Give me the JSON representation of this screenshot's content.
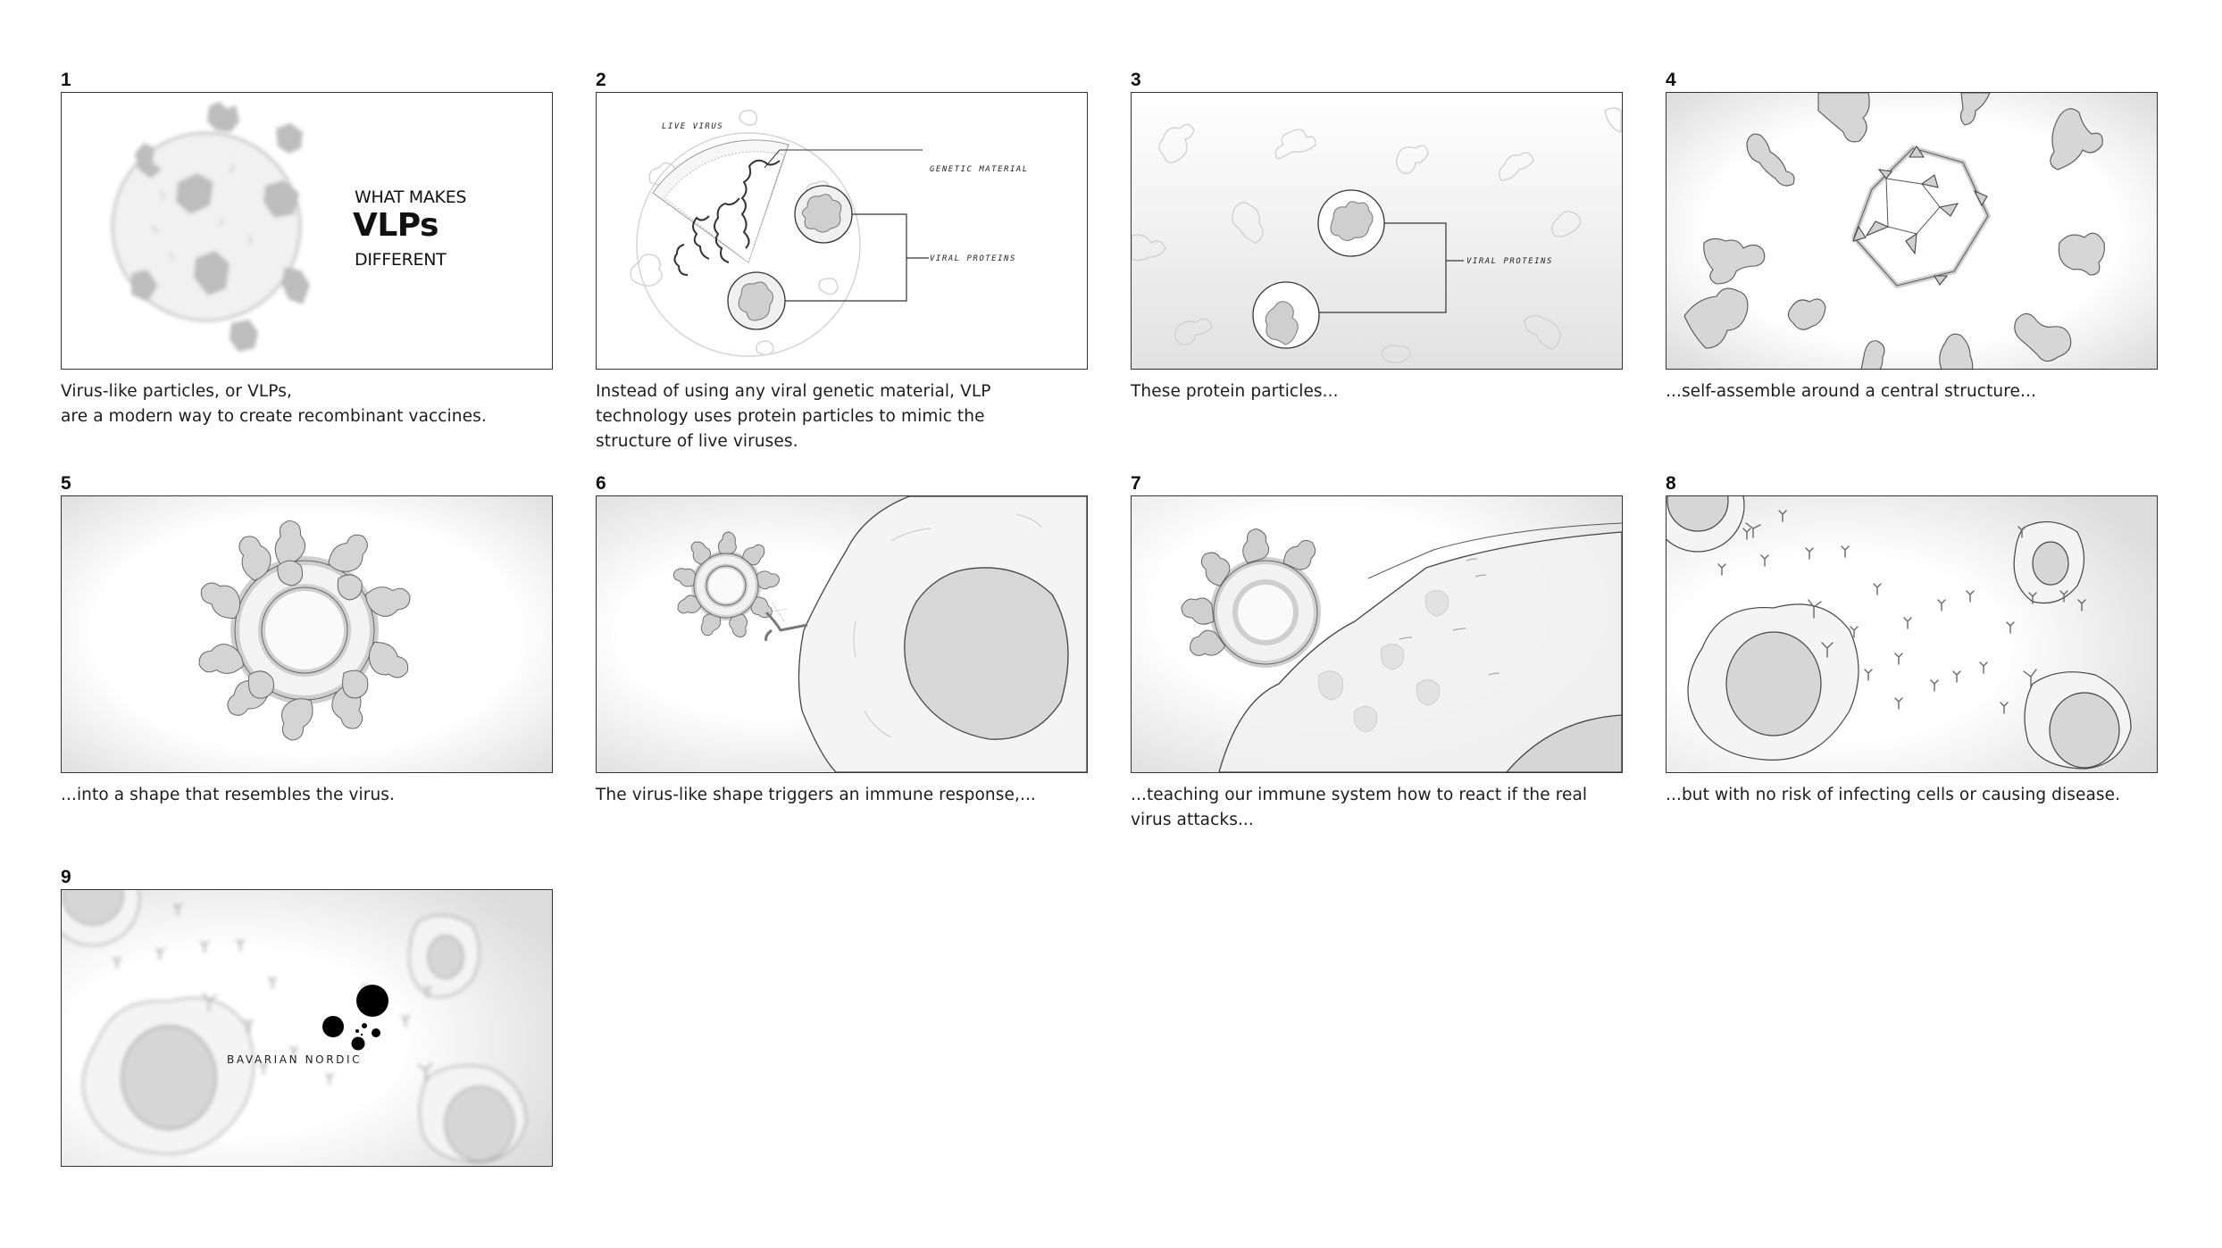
{
  "storyboard": {
    "panels": [
      {
        "number": "1",
        "title": {
          "line1": "WHAT MAKES",
          "line2": "VLPs",
          "line3": "DIFFERENT"
        },
        "caption": [
          "Virus-like particles, or VLPs,",
          "are a modern way to create recombinant vaccines."
        ],
        "illustration": "blurred-virus-particle"
      },
      {
        "number": "2",
        "labels": {
          "live_virus": "LIVE VIRUS",
          "genetic_material": "GENETIC MATERIAL",
          "viral_proteins": "VIRAL PROTEINS"
        },
        "caption": [
          "Instead of using any viral genetic material, VLP",
          "technology uses protein particles to mimic the",
          "structure of live viruses."
        ],
        "illustration": "live-virus-cutaway-diagram"
      },
      {
        "number": "3",
        "labels": {
          "viral_proteins": "VIRAL PROTEINS"
        },
        "caption": [
          "These protein particles..."
        ],
        "illustration": "floating-protein-particles"
      },
      {
        "number": "4",
        "caption": [
          "...self-assemble around a central structure..."
        ],
        "illustration": "proteins-around-dodecahedron-scaffold"
      },
      {
        "number": "5",
        "caption": [
          "...into a shape that resembles the virus."
        ],
        "illustration": "assembled-vlp"
      },
      {
        "number": "6",
        "caption": [
          "The virus-like shape triggers an immune response,..."
        ],
        "illustration": "vlp-binding-immune-cell"
      },
      {
        "number": "7",
        "caption": [
          "...teaching our immune system how to react if the real",
          "virus attacks..."
        ],
        "illustration": "vlp-absorbed-into-cell"
      },
      {
        "number": "8",
        "caption": [
          "...but with no risk of infecting cells or causing disease."
        ],
        "illustration": "cells-and-antibodies"
      },
      {
        "number": "9",
        "logo": {
          "text": "BAVARIAN NORDIC"
        },
        "caption": [],
        "illustration": "blurred-cells-with-logo"
      }
    ]
  },
  "colors": {
    "frame_border": "#333333",
    "protein_fill": "#cfcfcf",
    "nucleus_fill": "#d6d6d6",
    "logo": "#000000"
  }
}
